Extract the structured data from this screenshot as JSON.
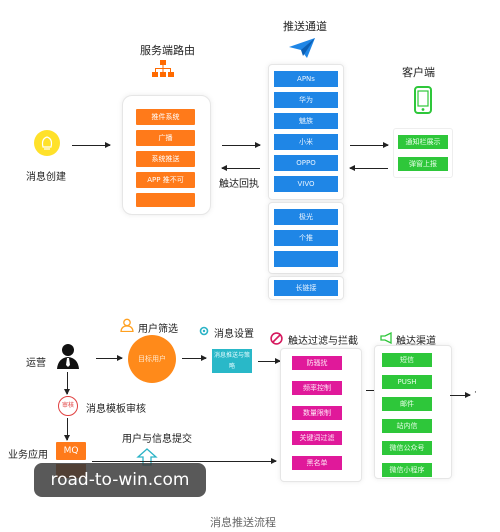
{
  "top": {
    "router_title": "服务端路由",
    "channel_title": "推送通道",
    "client_title": "客户端",
    "create_label": "消息创建",
    "router_items": [
      "推件系统",
      "广播",
      "系统推送"
    ],
    "router_item4": "APP 推不可",
    "channels_main": [
      "APNs",
      "华为",
      "魅族",
      "小米",
      "OPPO",
      "VIVO"
    ],
    "channels_extra": [
      "极光",
      "个推"
    ],
    "channel_last": "长链接",
    "callback_label": "触达回执",
    "client_items": [
      "通知栏展示",
      "弹窗上报"
    ]
  },
  "bottom": {
    "ops_label": "运营",
    "audit_badge": "审核",
    "template_label": "消息模板审核",
    "biz_label": "业务应用",
    "mq_label": "MQ",
    "user_filter_label": "用户筛选",
    "user_filter_circle": "目标用户",
    "msg_settings_label": "消息设置",
    "msg_settings_box": "消息推送与策略",
    "user_info_label": "用户与信息提交",
    "filter_title": "触达过滤与拦截",
    "filter_items": [
      "防骚扰",
      "频率控制",
      "数量限制",
      "关键词过滤",
      "黑名单"
    ],
    "channels_title": "触达渠道",
    "channels": [
      "短信",
      "PUSH",
      "邮件",
      "站内信",
      "微信公众号",
      "微信小程序"
    ]
  },
  "caption": "消息推送流程",
  "watermark": "road-to-win.com",
  "colors": {
    "orange": "#ff7a1a",
    "blue": "#1f86e6",
    "green": "#2ec73a",
    "magenta": "#e0199a",
    "yellow": "#ffe12a"
  },
  "icons": [
    "network-icon",
    "paper-plane-icon",
    "phone-icon",
    "lightbulb-icon",
    "person-icon",
    "gear-icon",
    "forbidden-icon",
    "megaphone-icon",
    "upload-icon"
  ]
}
